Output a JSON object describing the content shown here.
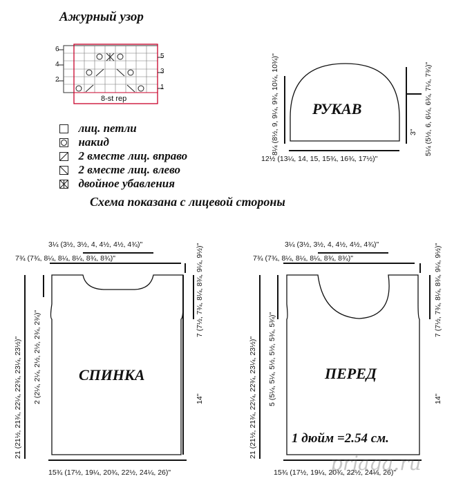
{
  "chart": {
    "title": "Ажурный узор",
    "row_labels_left": [
      "6",
      "4",
      "2"
    ],
    "row_labels_right": [
      "5",
      "3",
      "1"
    ],
    "repeat_label": "8-st rep"
  },
  "legend": {
    "items": [
      {
        "icon": "empty-square-icon",
        "label": "лиц. петли"
      },
      {
        "icon": "circle-yarnover-icon",
        "label": "накид"
      },
      {
        "icon": "right-slant-icon",
        "label": "2 вместе лиц. вправо"
      },
      {
        "icon": "left-slant-icon",
        "label": "2 вместе лиц. влево"
      },
      {
        "icon": "double-decrease-icon",
        "label": "двойное убавления"
      }
    ],
    "note": "Схема показана с лицевой стороны"
  },
  "sleeve": {
    "label": "РУКАВ",
    "cap_height": "8¼ (8½, 9, 9¼, 9¾, 10¼, 10¾)\"",
    "bottom_width": "12½ (13¼, 14, 15, 15¾, 16¾, 17½)\"",
    "right_upper": "5¼ (5½, 6, 6¼, 6¾, 7¼, 7¾)\"",
    "right_lower": "3\""
  },
  "back": {
    "label": "СПИНКА",
    "neck_width": "3¼ (3½, 3½, 4, 4½, 4½, 4¾)\"",
    "shoulder_width": "7¾ (7¾, 8¼, 8¼, 8¼, 8¾, 8¾)\"",
    "left_total": "21 (21½, 21¾, 22¼, 22¾, 23¼, 23½)\"",
    "left_neck": "2 (2¼, 2¼, 2½, 2½, 2¾, 2¾)\"",
    "right_armhole": "7 (7½, 7¾, 8¼, 8¾, 9¼, 9½)\"",
    "right_body": "14\"",
    "bottom_width": "15¾ (17½, 19¼, 20¾, 22½, 24¼, 26)\""
  },
  "front": {
    "label": "ПЕРЕД",
    "neck_width": "3¼ (3½, 3½, 4, 4½, 4½, 4¾)\"",
    "shoulder_width": "7¾ (7¾, 8¼, 8¼, 8¼, 8¾, 8¾)\"",
    "left_total": "21 (21½, 21¾, 22¼, 22¾, 23¼, 23½)\"",
    "left_neck": "5 (5¼, 5¼, 5½, 5½, 5¾, 5¾)\"",
    "right_armhole": "7 (7½, 7¾, 8¼, 8¾, 9¼, 9½)\"",
    "right_body": "14\"",
    "bottom_width": "15¾ (17½, 19¼, 20¾, 22½, 24¼, 26)\""
  },
  "conversion_note": "1 дюйм =2.54 см.",
  "watermark": "prjaga.ru"
}
